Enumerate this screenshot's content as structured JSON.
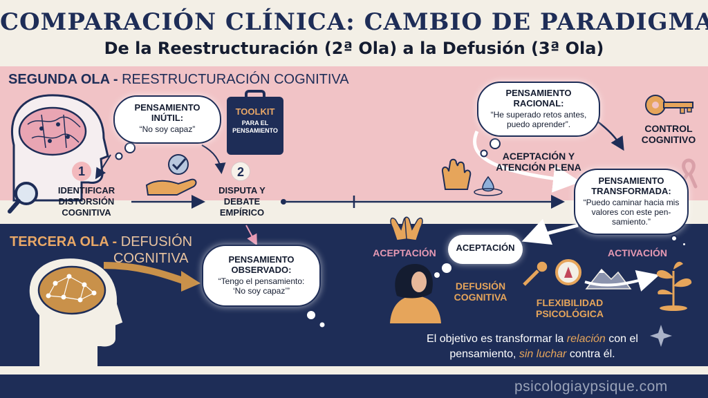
{
  "header": {
    "title": "COMPARACIÓN CLÍNICA: CAMBIO DE PARADIGMA",
    "subtitle": "De la Reestructuración (2ª Ola) a la Defusión (3ª Ola)"
  },
  "second_wave": {
    "title_bold": "SEGUNDA OLA -",
    "title_light": "REESTRUCTURACIÓN COGNITIVA",
    "bubble_unhelpful": {
      "title_1": "PENSAMIENTO",
      "title_2": "INÚTIL:",
      "quote": "“No soy capaz”"
    },
    "toolkit": {
      "title": "TOOLKIT",
      "line1": "PARA EL",
      "line2": "PENSAMIENTO"
    },
    "step1": {
      "number": "1",
      "line1": "IDENTIFICAR",
      "line2": "DISTORSIÓN",
      "line3": "COGNITIVA"
    },
    "step2": {
      "number": "2",
      "line1": "DISPUTA Y",
      "line2": "DEBATE",
      "line3": "EMPÍRICO"
    },
    "bubble_rational": {
      "title_1": "PENSAMIENTO",
      "title_2": "RACIONAL:",
      "quote_1": "“He superado retos antes,",
      "quote_2": "puedo aprender”."
    },
    "acceptance_mindfulness": {
      "line1": "ACEPTACIÓN Y",
      "line2": "ATENCIÓN PLENA"
    },
    "cognitive_control": {
      "line1": "CONTROL",
      "line2": "COGNITIVO"
    },
    "bubble_transformed": {
      "title_1": "PENSAMIENTO",
      "title_2": "TRANSFORMADA:",
      "quote_1": "“Puedo caminar hacia mis",
      "quote_2": "valores con este pen-",
      "quote_3": "samiento.”"
    }
  },
  "third_wave": {
    "title_bold": "TERCERA OLA -",
    "title_light_1": "DEFUSIÓN",
    "title_light_2": "COGNITIVA",
    "bubble_observed": {
      "title_1": "PENSAMIENTO",
      "title_2": "OBSERVADO:",
      "quote_1": "“Tengo el pensamiento:",
      "quote_2": "‘No soy capaz’”"
    },
    "acceptance_label": "ACEPTACIÓN",
    "acceptance_bubble": "ACEPTACIÓN",
    "activation_label": "ACTIVACIÓN",
    "defusion": {
      "line1": "DEFUSIÓN",
      "line2": "COGNITIVA"
    },
    "flexibility": {
      "line1": "FLEXIBILIDAD",
      "line2": "PSICOLÓGICA"
    },
    "goal": {
      "part1": "El objetivo es transformar la",
      "emph1": "relación",
      "part2": "con el",
      "part3": "pensamiento,",
      "emph2": "sin luchar",
      "part4": "contra él."
    }
  },
  "footer": {
    "website": "psicologiaypsique.com"
  },
  "colors": {
    "navy": "#1e2d57",
    "pink_band": "#f1c3c6",
    "cream": "#f3efe6",
    "orange": "#e6a55b",
    "pink_text": "#e79ab4"
  },
  "icons": [
    "brain-icon",
    "magnifier-icon",
    "checkmark-hand-icon",
    "toolkit-icon",
    "raised-hand-icon",
    "water-drop-icon",
    "key-icon",
    "ribbon-icon",
    "open-hands-icon",
    "person-icon",
    "compass-icon",
    "mountains-icon",
    "sprout-icon",
    "sparkle-icon"
  ]
}
